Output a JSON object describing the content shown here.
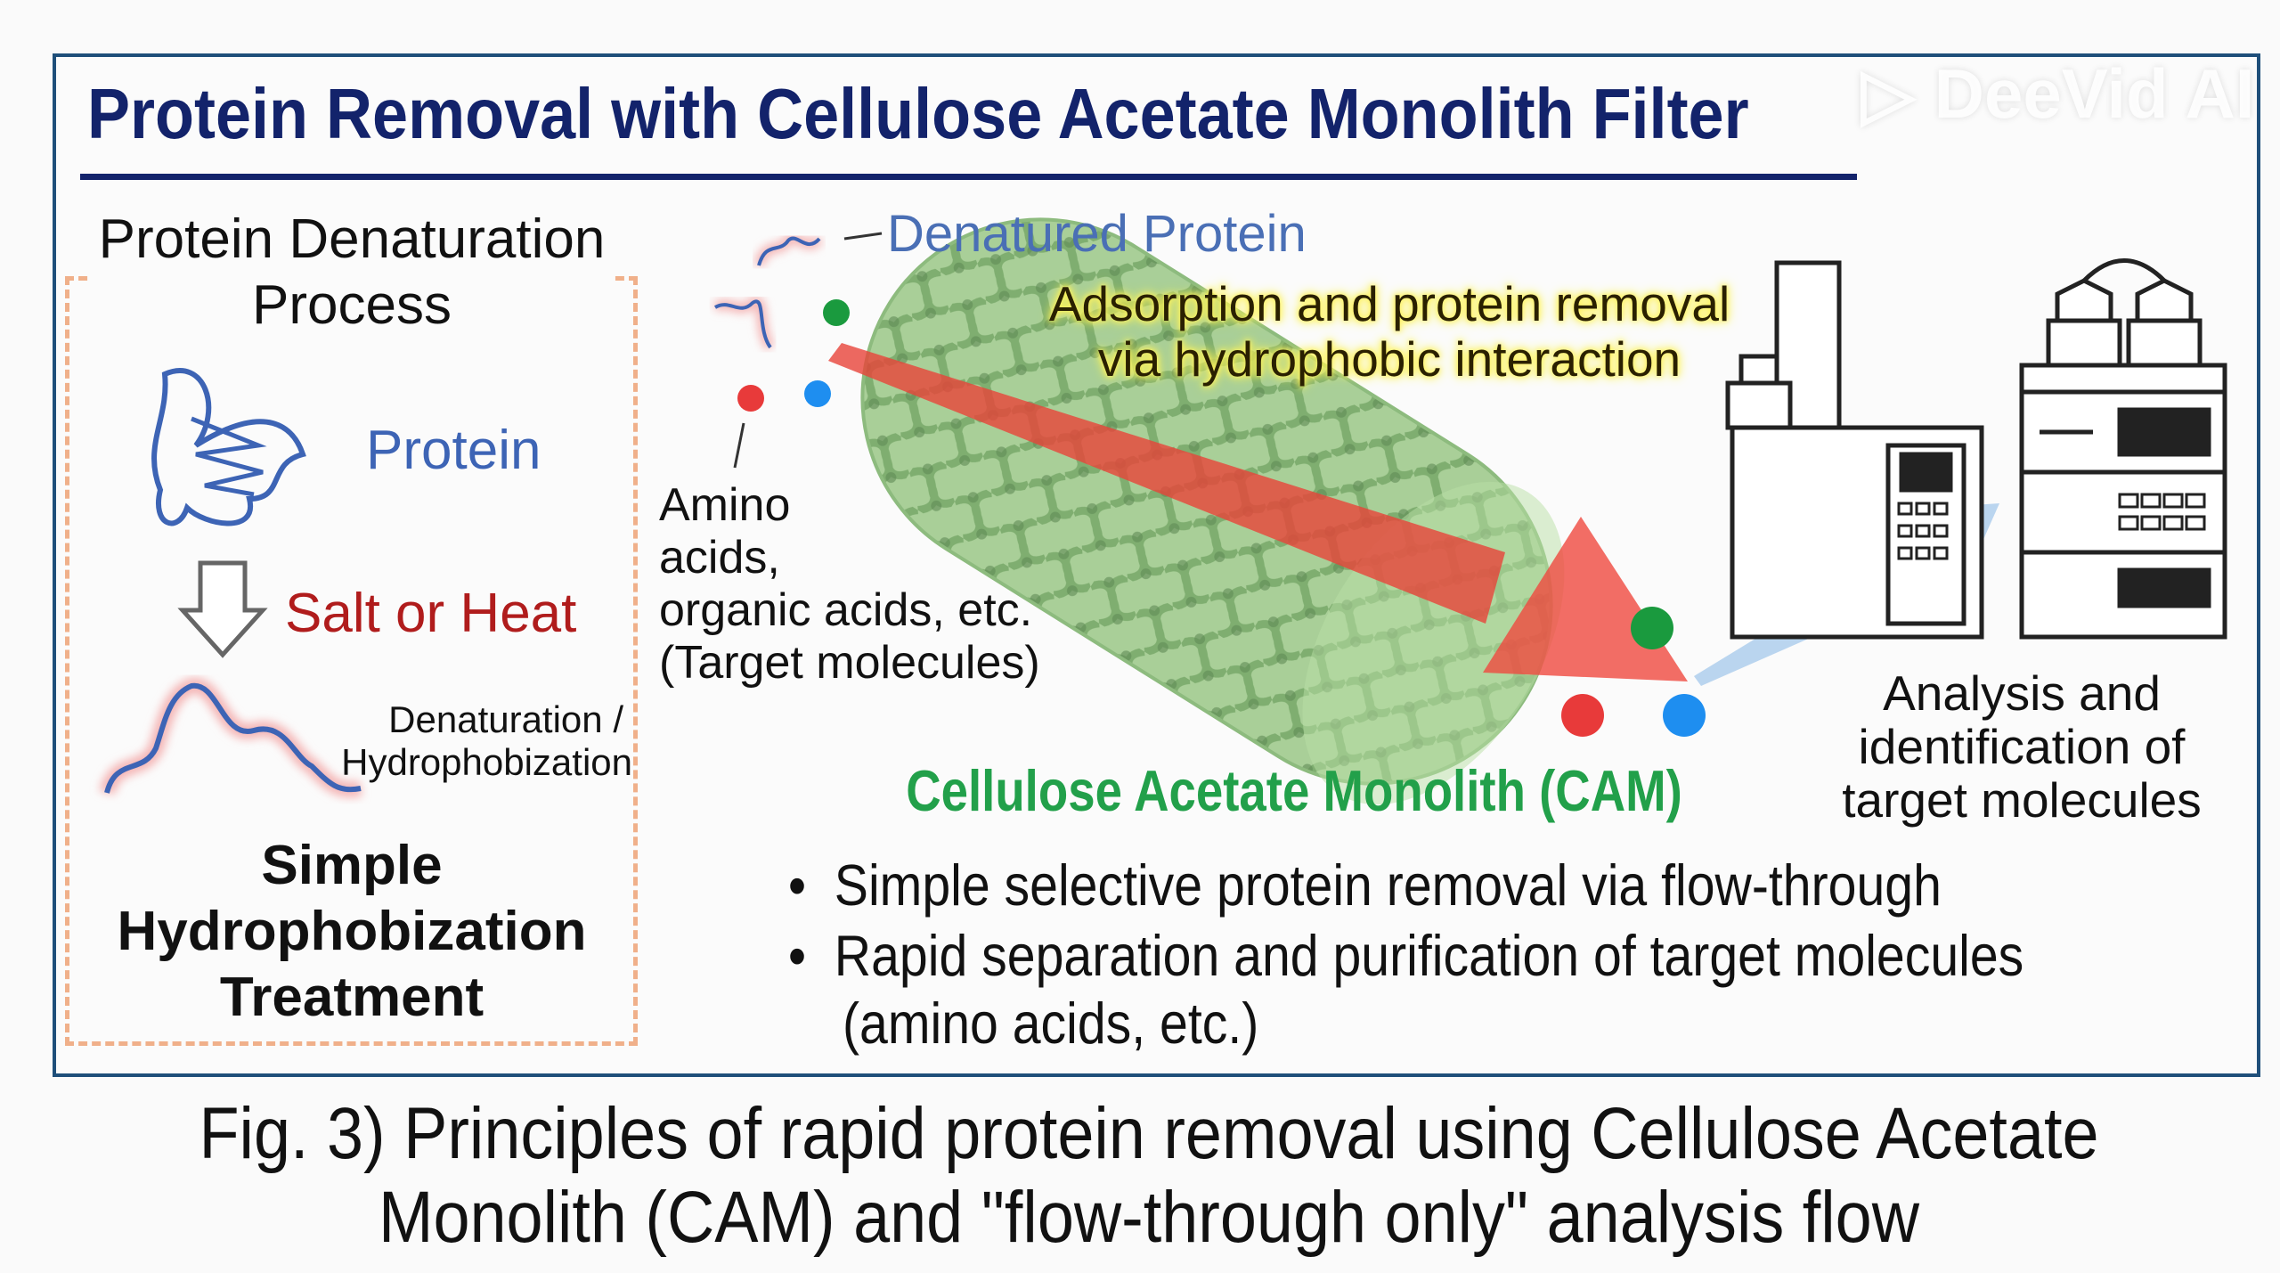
{
  "header": {
    "title": "Protein Removal with Cellulose Acetate Monolith Filter"
  },
  "watermark": "DeeVid AI",
  "left_panel": {
    "heading_lines": [
      "Protein Denaturation",
      "Process"
    ],
    "protein_label": "Protein",
    "treatment_label": "Salt or Heat",
    "denaturation_lines": [
      "Denaturation /",
      "Hydrophobization"
    ],
    "summary_lines": [
      "Simple",
      "Hydrophobization",
      "Treatment"
    ]
  },
  "center": {
    "denatured_label": "Denatured Protein",
    "target_lines": [
      "Amino",
      "acids,",
      "organic acids, etc.",
      "(Target molecules)"
    ],
    "interaction_lines": [
      "Adsorption and protein removal",
      "via hydrophobic interaction"
    ],
    "column_label": "Cellulose Acetate Monolith (CAM)",
    "bullets": [
      "Simple selective protein removal via flow-through",
      "Rapid separation and purification of target molecules",
      "(amino acids, etc.)"
    ]
  },
  "right": {
    "analysis_lines": [
      "Analysis and",
      "identification of",
      "target molecules"
    ]
  },
  "caption_lines": [
    "Fig. 3) Principles of rapid protein removal using Cellulose Acetate",
    "Monolith (CAM) and \"flow-through only\" analysis flow"
  ],
  "colors": {
    "title": "#13236b",
    "protein_blue": "#3d64b5",
    "salt_red": "#b01c1c",
    "cam_green": "#22a04a",
    "dash_orange": "#f0b08a"
  }
}
